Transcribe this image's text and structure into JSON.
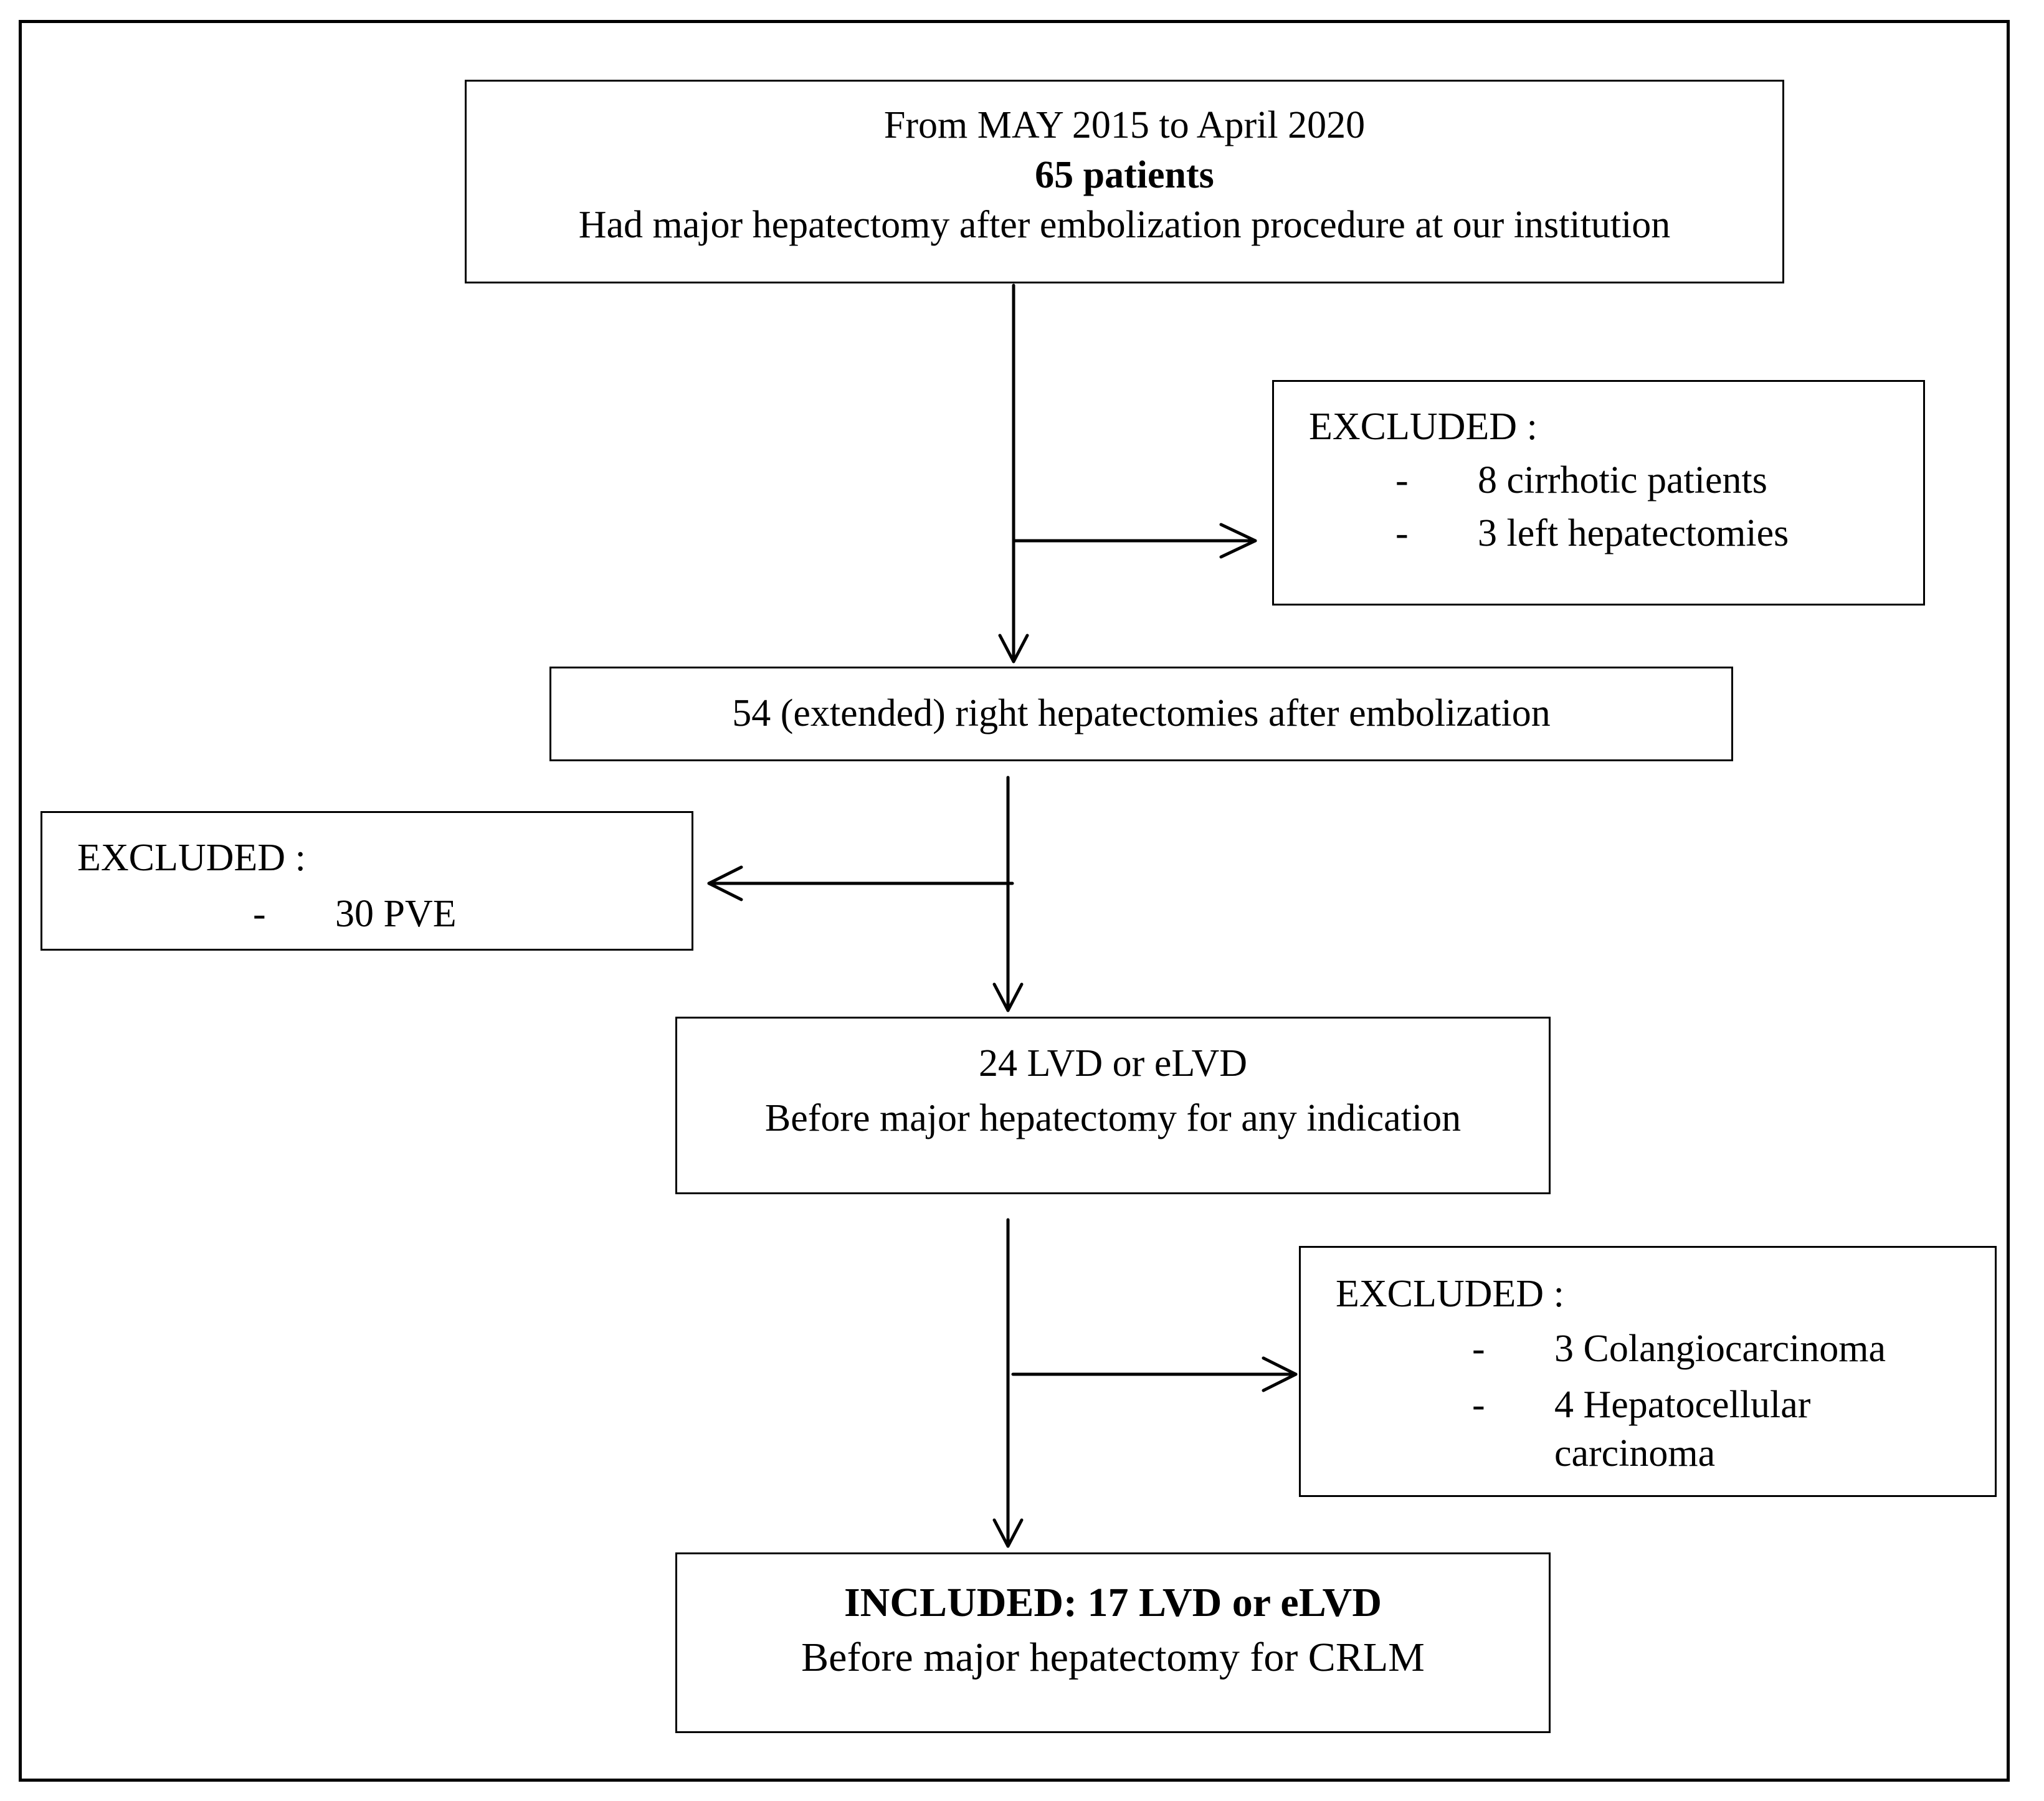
{
  "start_box": {
    "line1": "From MAY 2015 to April 2020",
    "line2": "65 patients",
    "line3": "Had major hepatectomy after embolization procedure at our institution"
  },
  "excluded_1": {
    "title": "EXCLUDED :",
    "dash": "-",
    "items": [
      "8 cirrhotic patients",
      "3 left hepatectomies"
    ]
  },
  "step_2": {
    "line1": "54 (extended) right hepatectomies after embolization"
  },
  "excluded_2": {
    "title": "EXCLUDED :",
    "dash": "-",
    "items": [
      "30 PVE"
    ]
  },
  "step_3": {
    "line1": "24 LVD or eLVD",
    "line2": "Before major hepatectomy for any indication"
  },
  "excluded_3": {
    "title": "EXCLUDED :",
    "dash": "-",
    "items": [
      "3 Colangiocarcinoma",
      "4 Hepatocellular",
      "carcinoma"
    ]
  },
  "final_box": {
    "line1": "INCLUDED: 17 LVD or eLVD",
    "line2": "Before major hepatectomy for CRLM"
  }
}
